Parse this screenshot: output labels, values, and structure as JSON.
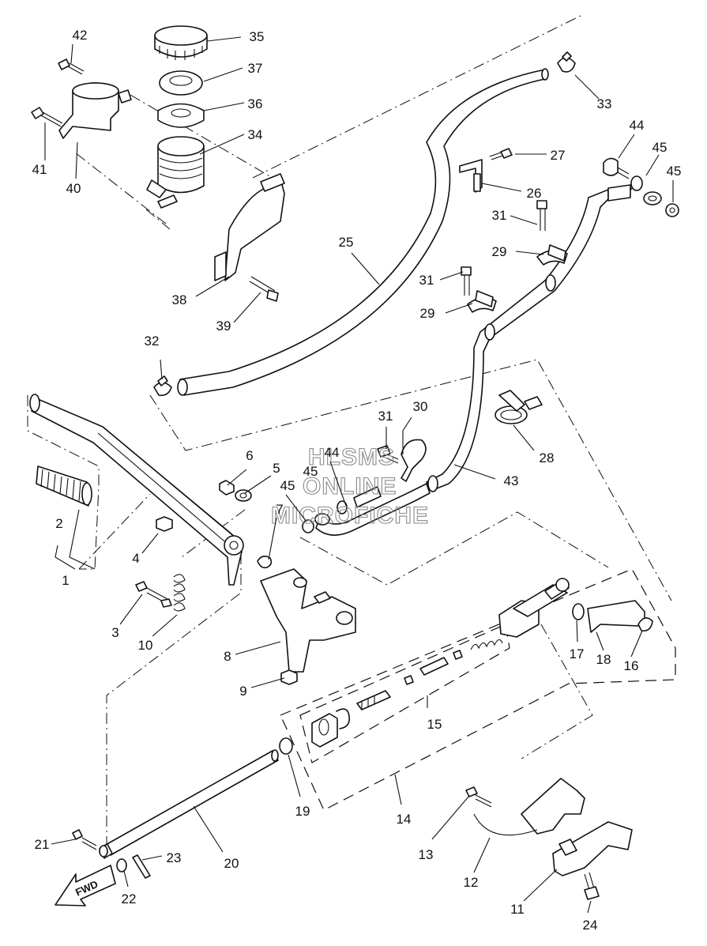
{
  "diagram": {
    "callouts": [
      "1",
      "2",
      "3",
      "4",
      "5",
      "6",
      "7",
      "8",
      "9",
      "10",
      "11",
      "12",
      "13",
      "14",
      "15",
      "16",
      "17",
      "18",
      "19",
      "20",
      "21",
      "22",
      "23",
      "24",
      "25",
      "26",
      "27",
      "28",
      "29",
      "29",
      "30",
      "31",
      "31",
      "31",
      "32",
      "33",
      "34",
      "35",
      "36",
      "37",
      "38",
      "39",
      "40",
      "41",
      "42",
      "43",
      "44",
      "44",
      "45",
      "45",
      "45",
      "45"
    ],
    "watermark": [
      "HLSMS",
      "ONLINE",
      "MICROFICHE"
    ],
    "fwd_label": "FWD"
  }
}
